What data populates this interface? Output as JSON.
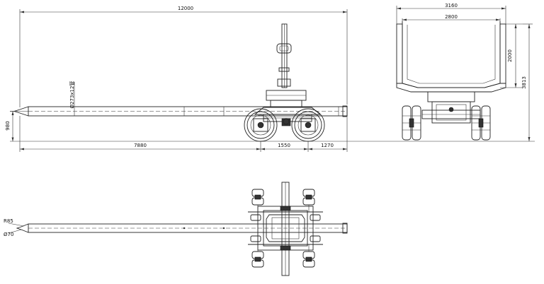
{
  "dimensions": {
    "overall_length": "12000",
    "front_section": "7880",
    "wheelbase": "1550",
    "rear_overhang": "1270",
    "beam_height": "980",
    "tube_size": "Ø273x12管",
    "overall_width": "3160",
    "bed_width": "2800",
    "stake_height": "2000",
    "overall_height": "3813",
    "radius": "R85",
    "diameter": "Ø70"
  }
}
